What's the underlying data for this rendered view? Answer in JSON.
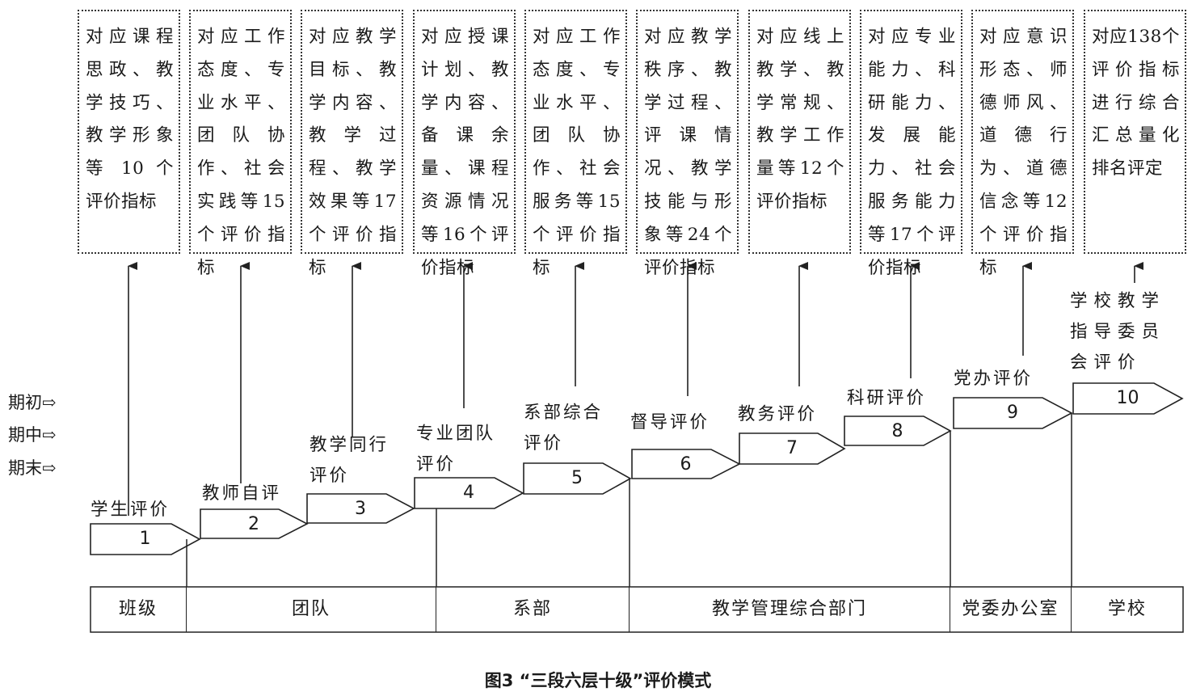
{
  "indicator_boxes": [
    "对应课程思政、教学技巧、教学形象等 10 个评价指标",
    "对应工作态度、专业水平、团队协作、社会实践等15个评价指标",
    "对应教学目标、教学内容、教学过程、教学效果等17个评价指标",
    "对应授课计划、教学内容、备课余量、课程资源情况等16个评价指标",
    "对应工作态度、专业水平、团队协作、社会服务等15个评价指标",
    "对应教学秩序、教学过程、评课情况、教学技能与形象等24个评价指标",
    "对应线上教学、教学常规、教学工作量等12个评价指标",
    "对应专业能力、科研能力、发展能力、社会服务能力等17个评价指标",
    "对应意识形态、师德师风、道德行为、道德信念等12个评价指标",
    "对应138个评价指标进行综合汇总量化排名评定"
  ],
  "periods": [
    "期初⇨",
    "期中⇨",
    "期末⇨"
  ],
  "steps": [
    {
      "num": "1",
      "label": "学生评价"
    },
    {
      "num": "2",
      "label": "教师自评"
    },
    {
      "num": "3",
      "label": "教学同行评价"
    },
    {
      "num": "4",
      "label": "专业团队评价"
    },
    {
      "num": "5",
      "label": "系部综合评价"
    },
    {
      "num": "6",
      "label": "督导评价"
    },
    {
      "num": "7",
      "label": "教务评价"
    },
    {
      "num": "8",
      "label": "科研评价"
    },
    {
      "num": "9",
      "label": "党办评价"
    },
    {
      "num": "10",
      "label": "学校教学指导委员会评价"
    }
  ],
  "levels": [
    "班级",
    "团队",
    "系部",
    "教学管理综合部门",
    "党委办公室",
    "学校"
  ],
  "caption": "图3 “三段六层十级”评价模式"
}
